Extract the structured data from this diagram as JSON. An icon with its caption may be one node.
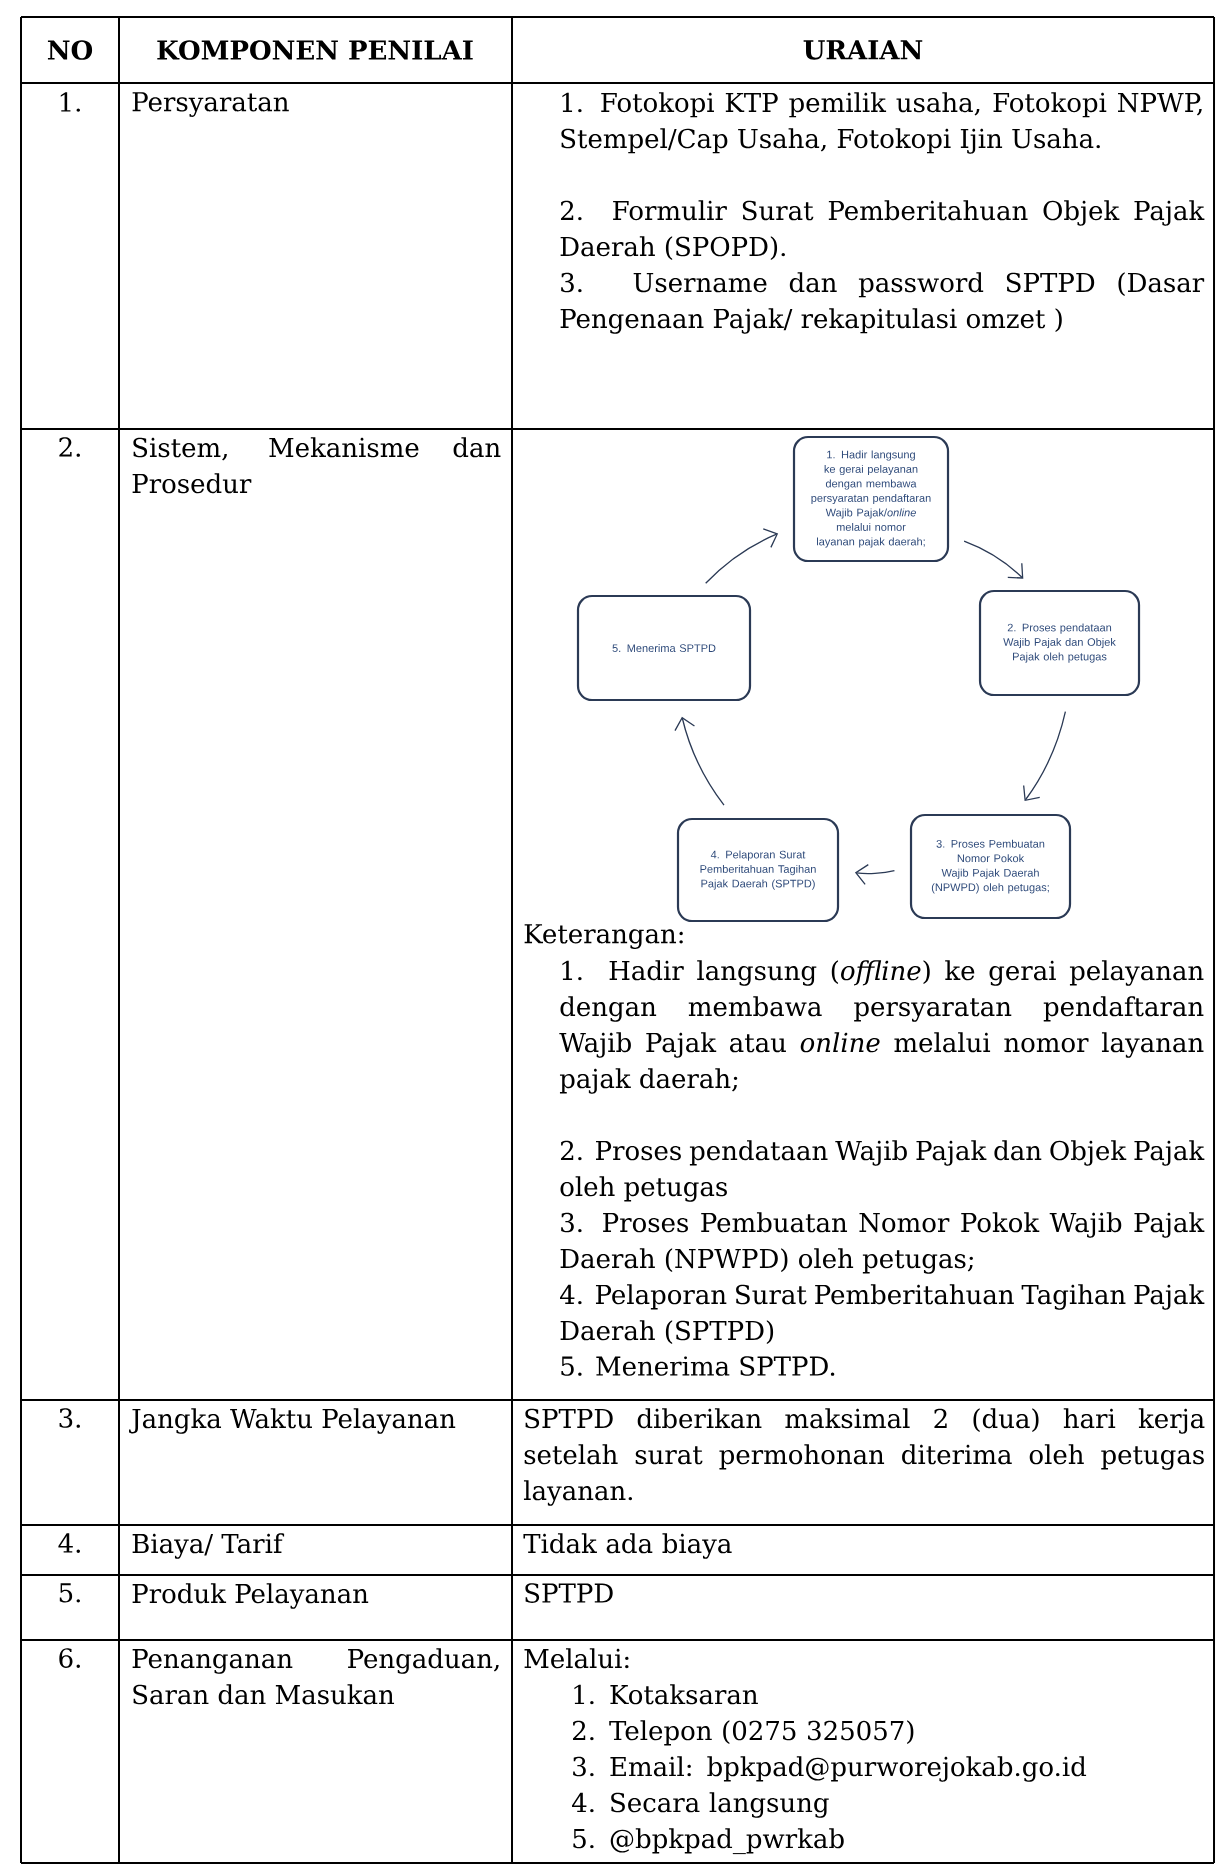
{
  "diagram": {
    "nodes": [
      {
        "text": [
          "1. Hadir langsung ke gerai pelayanan dengan membawa persyaratan pendaftaran Wajib Pajak/*online* melalui nomor layanan pajak daerah;"
        ]
      },
      {
        "text": [
          "2. Proses pendataan Wajib Pajak dan Objek Pajak oleh petugas"
        ]
      },
      {
        "text": [
          "3. Proses Pembuatan Nomor Pokok Wajib Pajak Daerah (NPWPD) oleh petugas;"
        ]
      },
      {
        "text": [
          "4. Pelaporan Surat Pemberitahuan Tagihan Pajak Daerah (SPTPD)"
        ]
      },
      {
        "text": [
          "5. Menerima SPTPD"
        ]
      }
    ],
    "edges": [
      {
        "from": 0,
        "to": 1,
        "arrow": "to"
      },
      {
        "from": 1,
        "to": 2,
        "arrow": "to"
      },
      {
        "from": 2,
        "to": 3,
        "arrow": "to"
      },
      {
        "from": 3,
        "to": 4,
        "arrow": "to"
      },
      {
        "from": 4,
        "to": 0,
        "arrow": "to"
      }
    ],
    "labels": [
      "NO",
      "KOMPONEN PENILAI",
      "URAIAN",
      "1.",
      "Persyaratan",
      "1. Fotokopi KTP pemilik usaha, Fotokopi NPWP, Stempel/Cap Usaha, Fotokopi Ijin Usaha.",
      "2. Formulir Surat Pemberitahuan Objek Pajak Daerah (SPOPD).",
      "3. Username dan password SPTPD (Dasar Pengenaan Pajak/ rekapitulasi omzet )",
      "2.",
      "Sistem, Mekanisme dan Prosedur",
      "Keterangan:",
      "1. Hadir langsung (*offline*) ke gerai pelayanan dengan membawa persyaratan pendaftaran Wajib Pajak atau *online* melalui nomor layanan pajak daerah;",
      "2. Proses pendataan Wajib Pajak dan Objek Pajak oleh petugas",
      "3. Proses Pembuatan Nomor Pokok Wajib Pajak Daerah (NPWPD) oleh petugas;",
      "4. Pelaporan Surat Pemberitahuan Tagihan Pajak Daerah (SPTPD)",
      "5. Menerima SPTPD.",
      "3.",
      "Jangka Waktu Pelayanan",
      "SPTPD diberikan maksimal 2 (dua) hari kerja setelah surat permohonan diterima oleh petugas layanan.",
      "4.",
      "Biaya/ Tarif",
      "Tidak ada biaya",
      "5.",
      "Produk Pelayanan",
      "SPTPD",
      "6.",
      "Penanganan Pengaduan, Saran dan Masukan",
      "Melalui:",
      "1. Kotaksaran",
      "2. Telepon (0275 325057)",
      "3. Email: bpkpad@purworejokab.go.id",
      "4. Secara langsung",
      "5. @bpkpad_pwrkab"
    ]
  }
}
